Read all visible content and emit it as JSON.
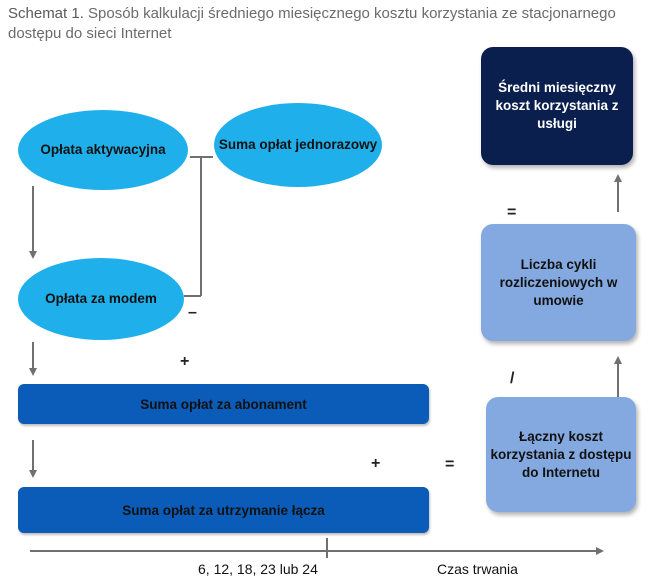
{
  "title": {
    "label": "Schemat 1.",
    "text": "Sposób kalkulacji średniego miesięcznego kosztu korzystania ze stacjonarnego dostępu do sieci Internet"
  },
  "nodes": {
    "activation_fee": "Opłata aktywacyjna",
    "one_time_sum": "Suma opłat jednorazowy",
    "modem_fee": "Opłata za modem",
    "subscription_sum": "Suma opłat za abonament",
    "line_maintenance_sum": "Suma opłat za utrzymanie łącza",
    "total_cost": "Łączny koszt korzystania z dostępu do Internetu",
    "billing_cycles": "Liczba cykli rozliczeniowych w umowie",
    "avg_monthly_cost": "Średni miesięczny koszt korzystania z usługi"
  },
  "operators": {
    "plus_1": "+",
    "plus_2": "+",
    "equals_1": "=",
    "divide": "/",
    "equals_2": "=",
    "minus": "–"
  },
  "axis": {
    "tick_label": "6, 12, 18, 23 lub 24",
    "axis_label": "Czas trwania"
  },
  "colors": {
    "ellipse": "#1fb0ec",
    "bar": "#0a5cb8",
    "light_box": "#84a9e0",
    "dark_box": "#0b1f4f",
    "arrow": "#707070"
  }
}
